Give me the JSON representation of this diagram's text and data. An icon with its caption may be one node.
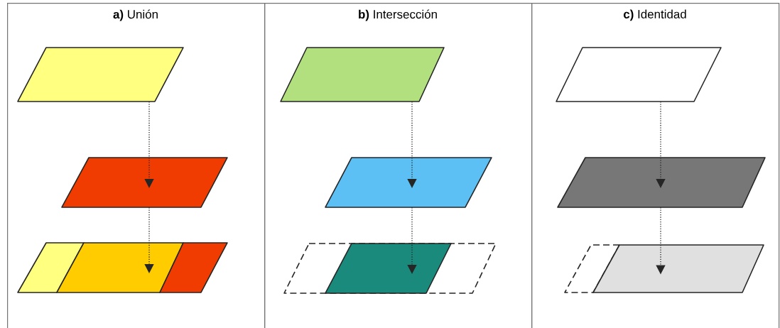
{
  "diagram": {
    "nodes": [
      {
        "text": [
          "**a)** Unión"
        ]
      },
      {
        "text": [],
        "shape": "parallelogram",
        "in": 0
      },
      {
        "text": [],
        "shape": "parallelogram",
        "in": 0
      },
      {
        "text": [],
        "shape": "parallelogram",
        "in": 0
      },
      {
        "text": [
          "**b)** Intersección"
        ]
      },
      {
        "text": [],
        "shape": "parallelogram",
        "in": 4
      },
      {
        "text": [],
        "shape": "parallelogram",
        "in": 4
      },
      {
        "text": [],
        "shape": "parallelogram",
        "in": 4
      },
      {
        "text": [
          "**c)** Identidad"
        ]
      },
      {
        "text": [],
        "shape": "parallelogram",
        "in": 8
      },
      {
        "text": [],
        "shape": "parallelogram",
        "in": 8
      },
      {
        "text": [],
        "shape": "parallelogram",
        "in": 8
      }
    ],
    "edges": [
      {
        "from": 1,
        "to": 2,
        "arrow": "to",
        "style": "dashed"
      },
      {
        "from": 2,
        "to": 3,
        "arrow": "to",
        "style": "dashed"
      },
      {
        "from": 5,
        "to": 6,
        "arrow": "to",
        "style": "dashed"
      },
      {
        "from": 6,
        "to": 7,
        "arrow": "to",
        "style": "dashed"
      },
      {
        "from": 9,
        "to": 10,
        "arrow": "to",
        "style": "dashed"
      },
      {
        "from": 10,
        "to": 11,
        "arrow": "to",
        "style": "dashed"
      }
    ]
  }
}
